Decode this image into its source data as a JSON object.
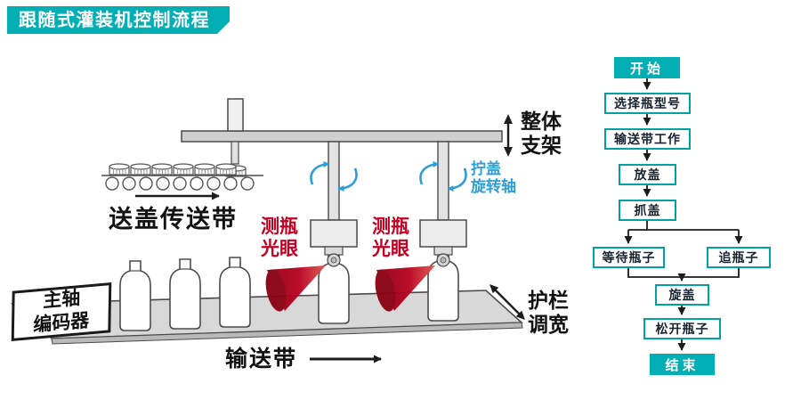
{
  "title": "跟随式灌装机控制流程",
  "colors": {
    "teal": "#00AEB3",
    "red": "#C40022",
    "blue": "#2D9FD6",
    "platform_gray": "#D8D8D8"
  },
  "machine": {
    "frame_label": "整体\n支架",
    "cap_conveyor_label": "送盖传送带",
    "screw_axis_label": "拧盖\n旋转轴",
    "eye_label_1": "测瓶\n光眼",
    "eye_label_2": "测瓶\n光眼",
    "guardrail_label": "护栏\n调宽",
    "encoder_label": "主轴\n编码器",
    "belt_label": "输送带",
    "icons": {
      "belt_direction_arrow": "right-arrow",
      "cap_belt_arrow": "right-arrow",
      "frame_span_arrow": "vertical-double-arrow",
      "guardrail_width_arrow": "diagonal-double-arrow",
      "rotation_arrows": "rotation-curved-arrows",
      "sensor_beam": "red-cone-beam"
    }
  },
  "flowchart": {
    "start": "开始",
    "select_bottle": "选择瓶型号",
    "belt_work": "输送带工作",
    "place_cap": "放盖",
    "grab_cap": "抓盖",
    "wait_bottle": "等待瓶子",
    "chase_bottle": "追瓶子",
    "screw_cap": "旋盖",
    "release_bottle": "松开瓶子",
    "end": "结束"
  }
}
